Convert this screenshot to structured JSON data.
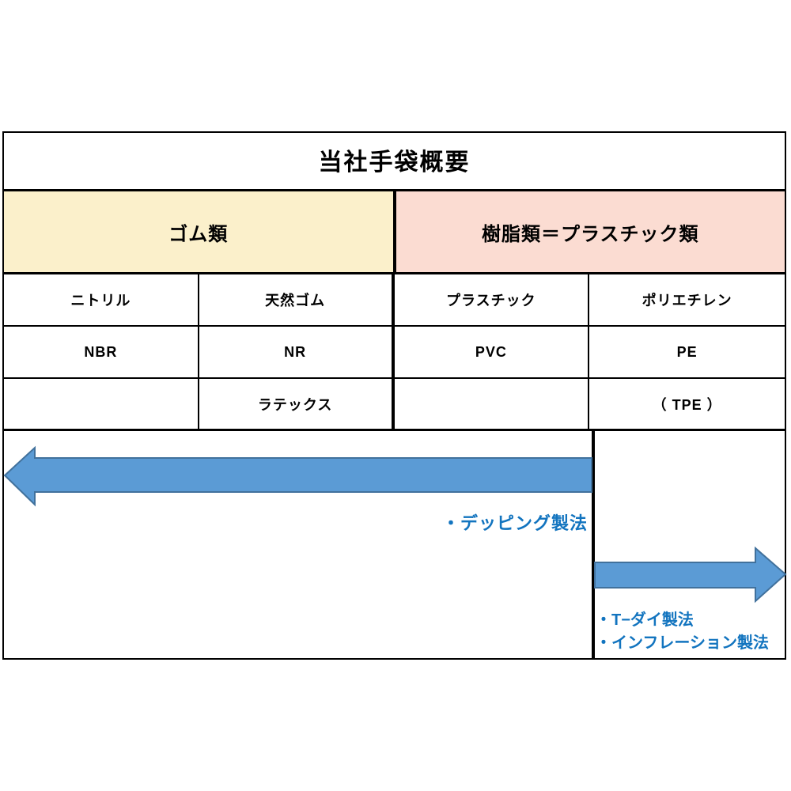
{
  "title": "当社手袋概要",
  "categories": [
    {
      "id": "rubber",
      "label": "ゴム類",
      "bg": "#fbf0cb"
    },
    {
      "id": "plastic",
      "label": "樹脂類＝プラスチック類",
      "bg": "#fbdcd2"
    }
  ],
  "table": {
    "rows": [
      [
        "ニトリル",
        "天然ゴム",
        "プラスチック",
        "ポリエチレン"
      ],
      [
        "NBR",
        "NR",
        "PVC",
        "PE"
      ],
      [
        "",
        "ラテックス",
        "",
        "（ TPE ）"
      ]
    ]
  },
  "arrows": {
    "fill": "#5b9bd5",
    "stroke": "#41719c",
    "left": {
      "direction": "left",
      "label": "・デッピング製法"
    },
    "right": {
      "direction": "right",
      "labels": [
        "・T−ダイ製法",
        "・インフレーション製法"
      ]
    }
  },
  "accent_text_color": "#1274bf"
}
